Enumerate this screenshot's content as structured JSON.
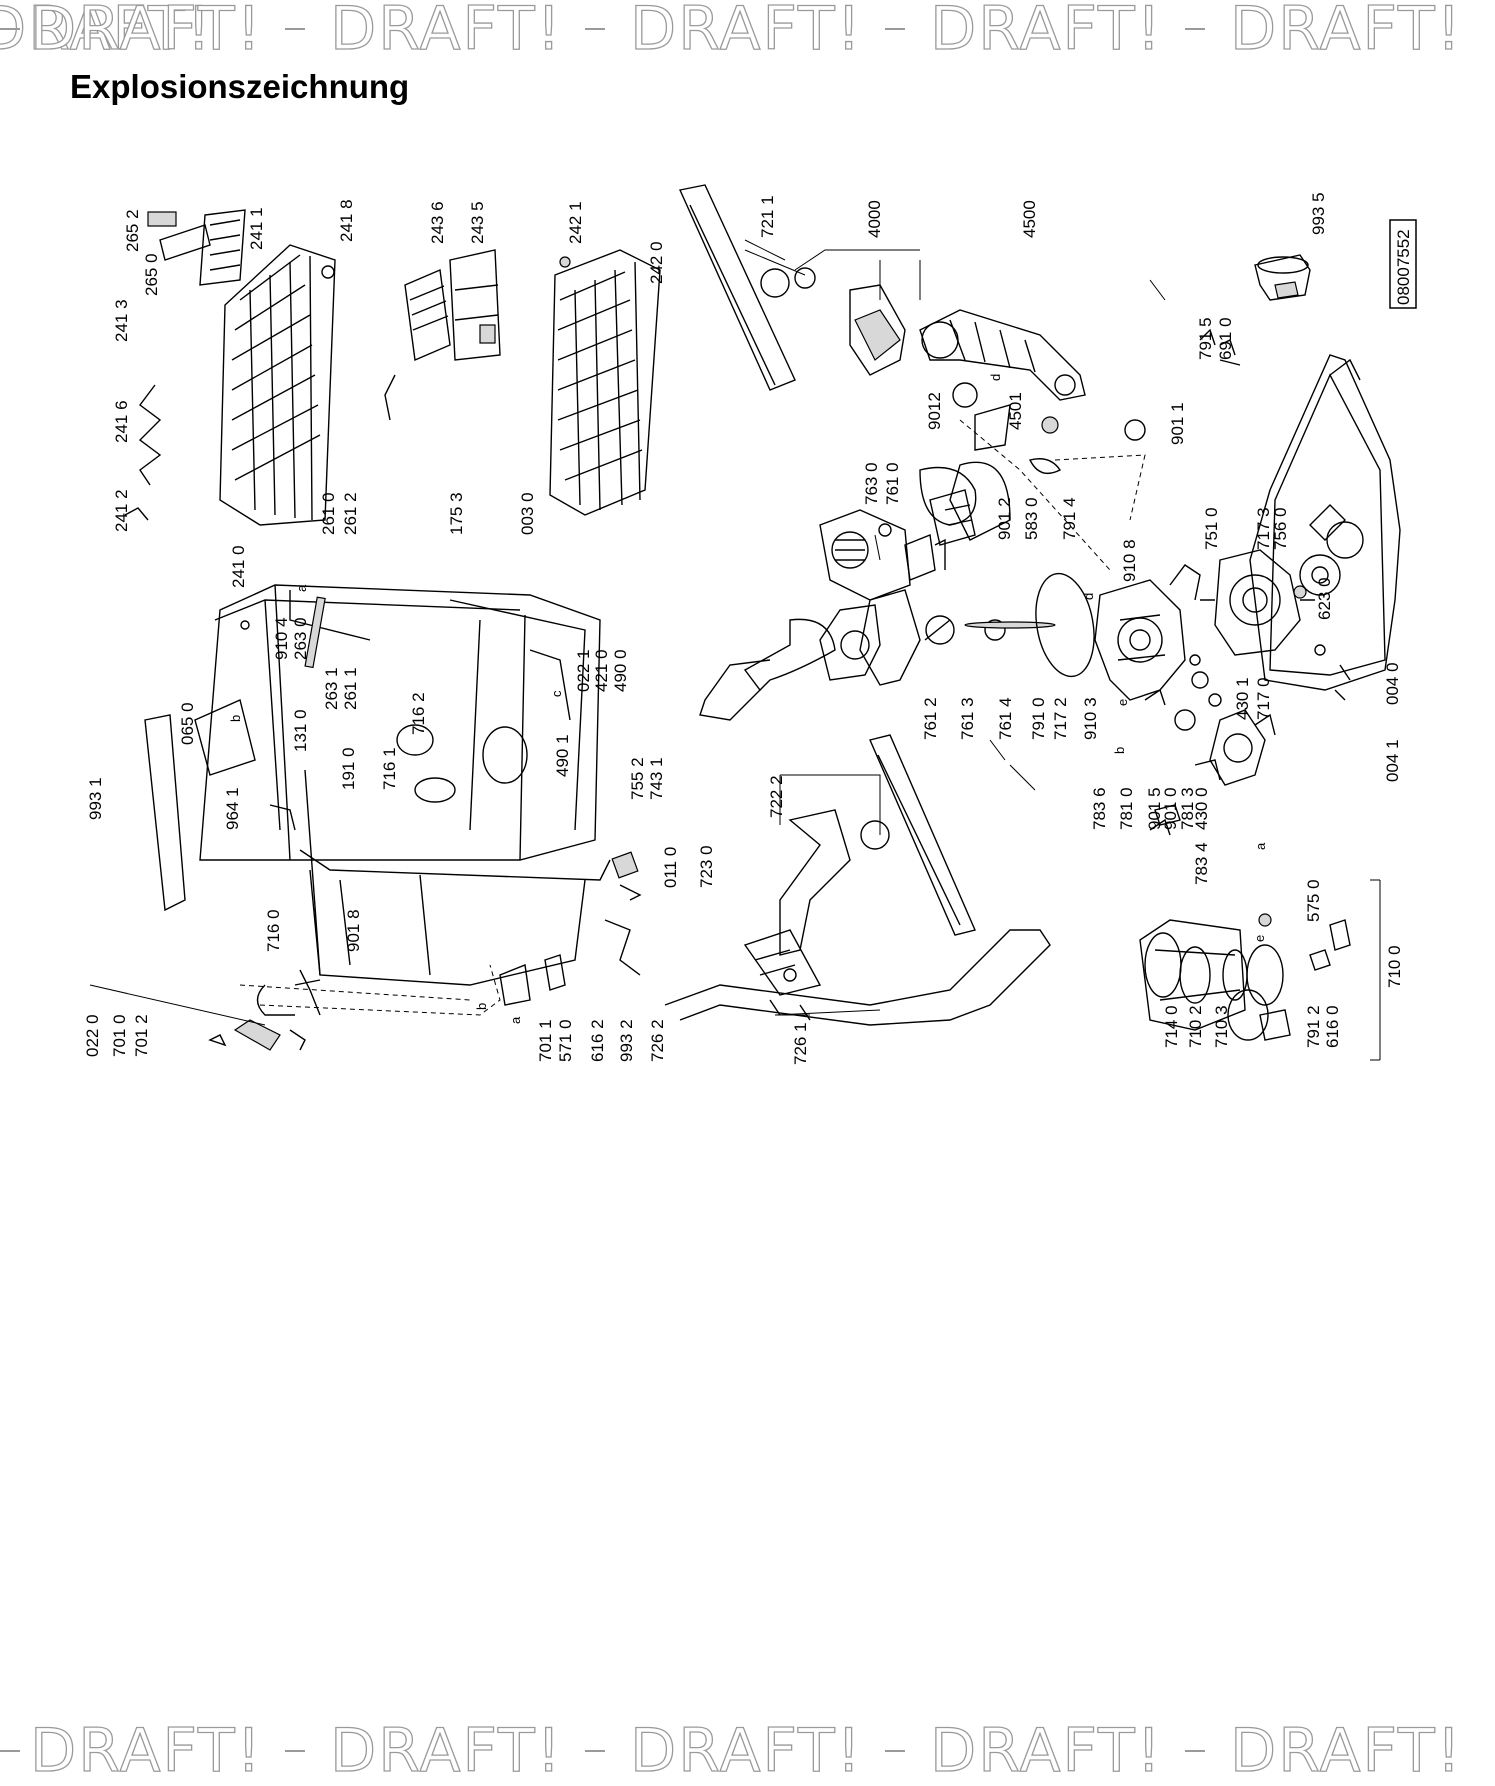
{
  "watermark": {
    "text": "DRAFT!"
  },
  "title": "Explosionszeichnung",
  "doc_id": "08007552",
  "letter_markers": [
    "a",
    "b",
    "c",
    "d",
    "e"
  ],
  "part_labels": [
    "265 2",
    "265 0",
    "241 1",
    "241 8",
    "241 3",
    "241 6",
    "241 2",
    "241 0",
    "243 6",
    "243 5",
    "242 1",
    "242 0",
    "721 1",
    "4000",
    "4500",
    "993 5",
    "791 5",
    "691 0",
    "901 1",
    "901 2",
    "583 0",
    "791 4",
    "4501",
    "9012",
    "763 0",
    "761 0",
    "910 8",
    "751 0",
    "717 3",
    "756 0",
    "623 0",
    "004 0",
    "004 1",
    "430 1",
    "717 0",
    "430 0",
    "783 4",
    "717 2",
    "910 3",
    "791 0",
    "761 4",
    "761 3",
    "761 2",
    "783 6",
    "781 0",
    "901 5",
    "901 0",
    "781 3",
    "261 0",
    "261 2",
    "175 3",
    "003 0",
    "910 4",
    "263 0",
    "263 1",
    "261 1",
    "131 0",
    "065 0",
    "993 1",
    "964 1",
    "191 0",
    "716 2",
    "716 1",
    "022 1",
    "421 0",
    "490 0",
    "490 1",
    "755 2",
    "743 1",
    "722 2",
    "011 0",
    "723 0",
    "716 0",
    "901 8",
    "022 0",
    "701 0",
    "701 2",
    "701 1",
    "571 0",
    "616 2",
    "993 2",
    "726 2",
    "726 1",
    "714 0",
    "710 2",
    "710 3",
    "791 2",
    "616 0",
    "575 0",
    "710 0"
  ]
}
